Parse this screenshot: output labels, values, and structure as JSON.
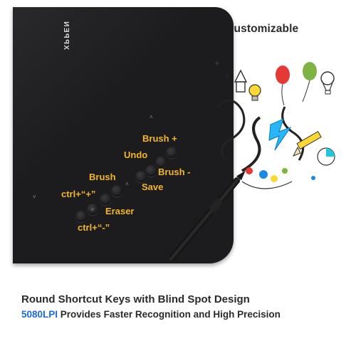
{
  "headline": "All the Shortcut Keys are Customizable",
  "tablet": {
    "brand": "XPPEN",
    "shortcut_labels": {
      "brush_plus": "Brush +",
      "undo": "Undo",
      "brush_minus": "Brush -",
      "brush": "Brush",
      "save": "Save",
      "ctrl_plus": "ctrl+“+”",
      "eraser": "Eraser",
      "ctrl_minus": "ctrl+“-”"
    }
  },
  "footer": {
    "line1": "Round Shortcut Keys with Blind Spot Design",
    "line2_highlight": "5080LPI",
    "line2_rest": " Provides Faster Recognition and High Precision"
  },
  "colors": {
    "accent_label": "#f4b52a",
    "highlight_blue": "#1b6ad6",
    "tablet_body": "#1c1c1e"
  }
}
